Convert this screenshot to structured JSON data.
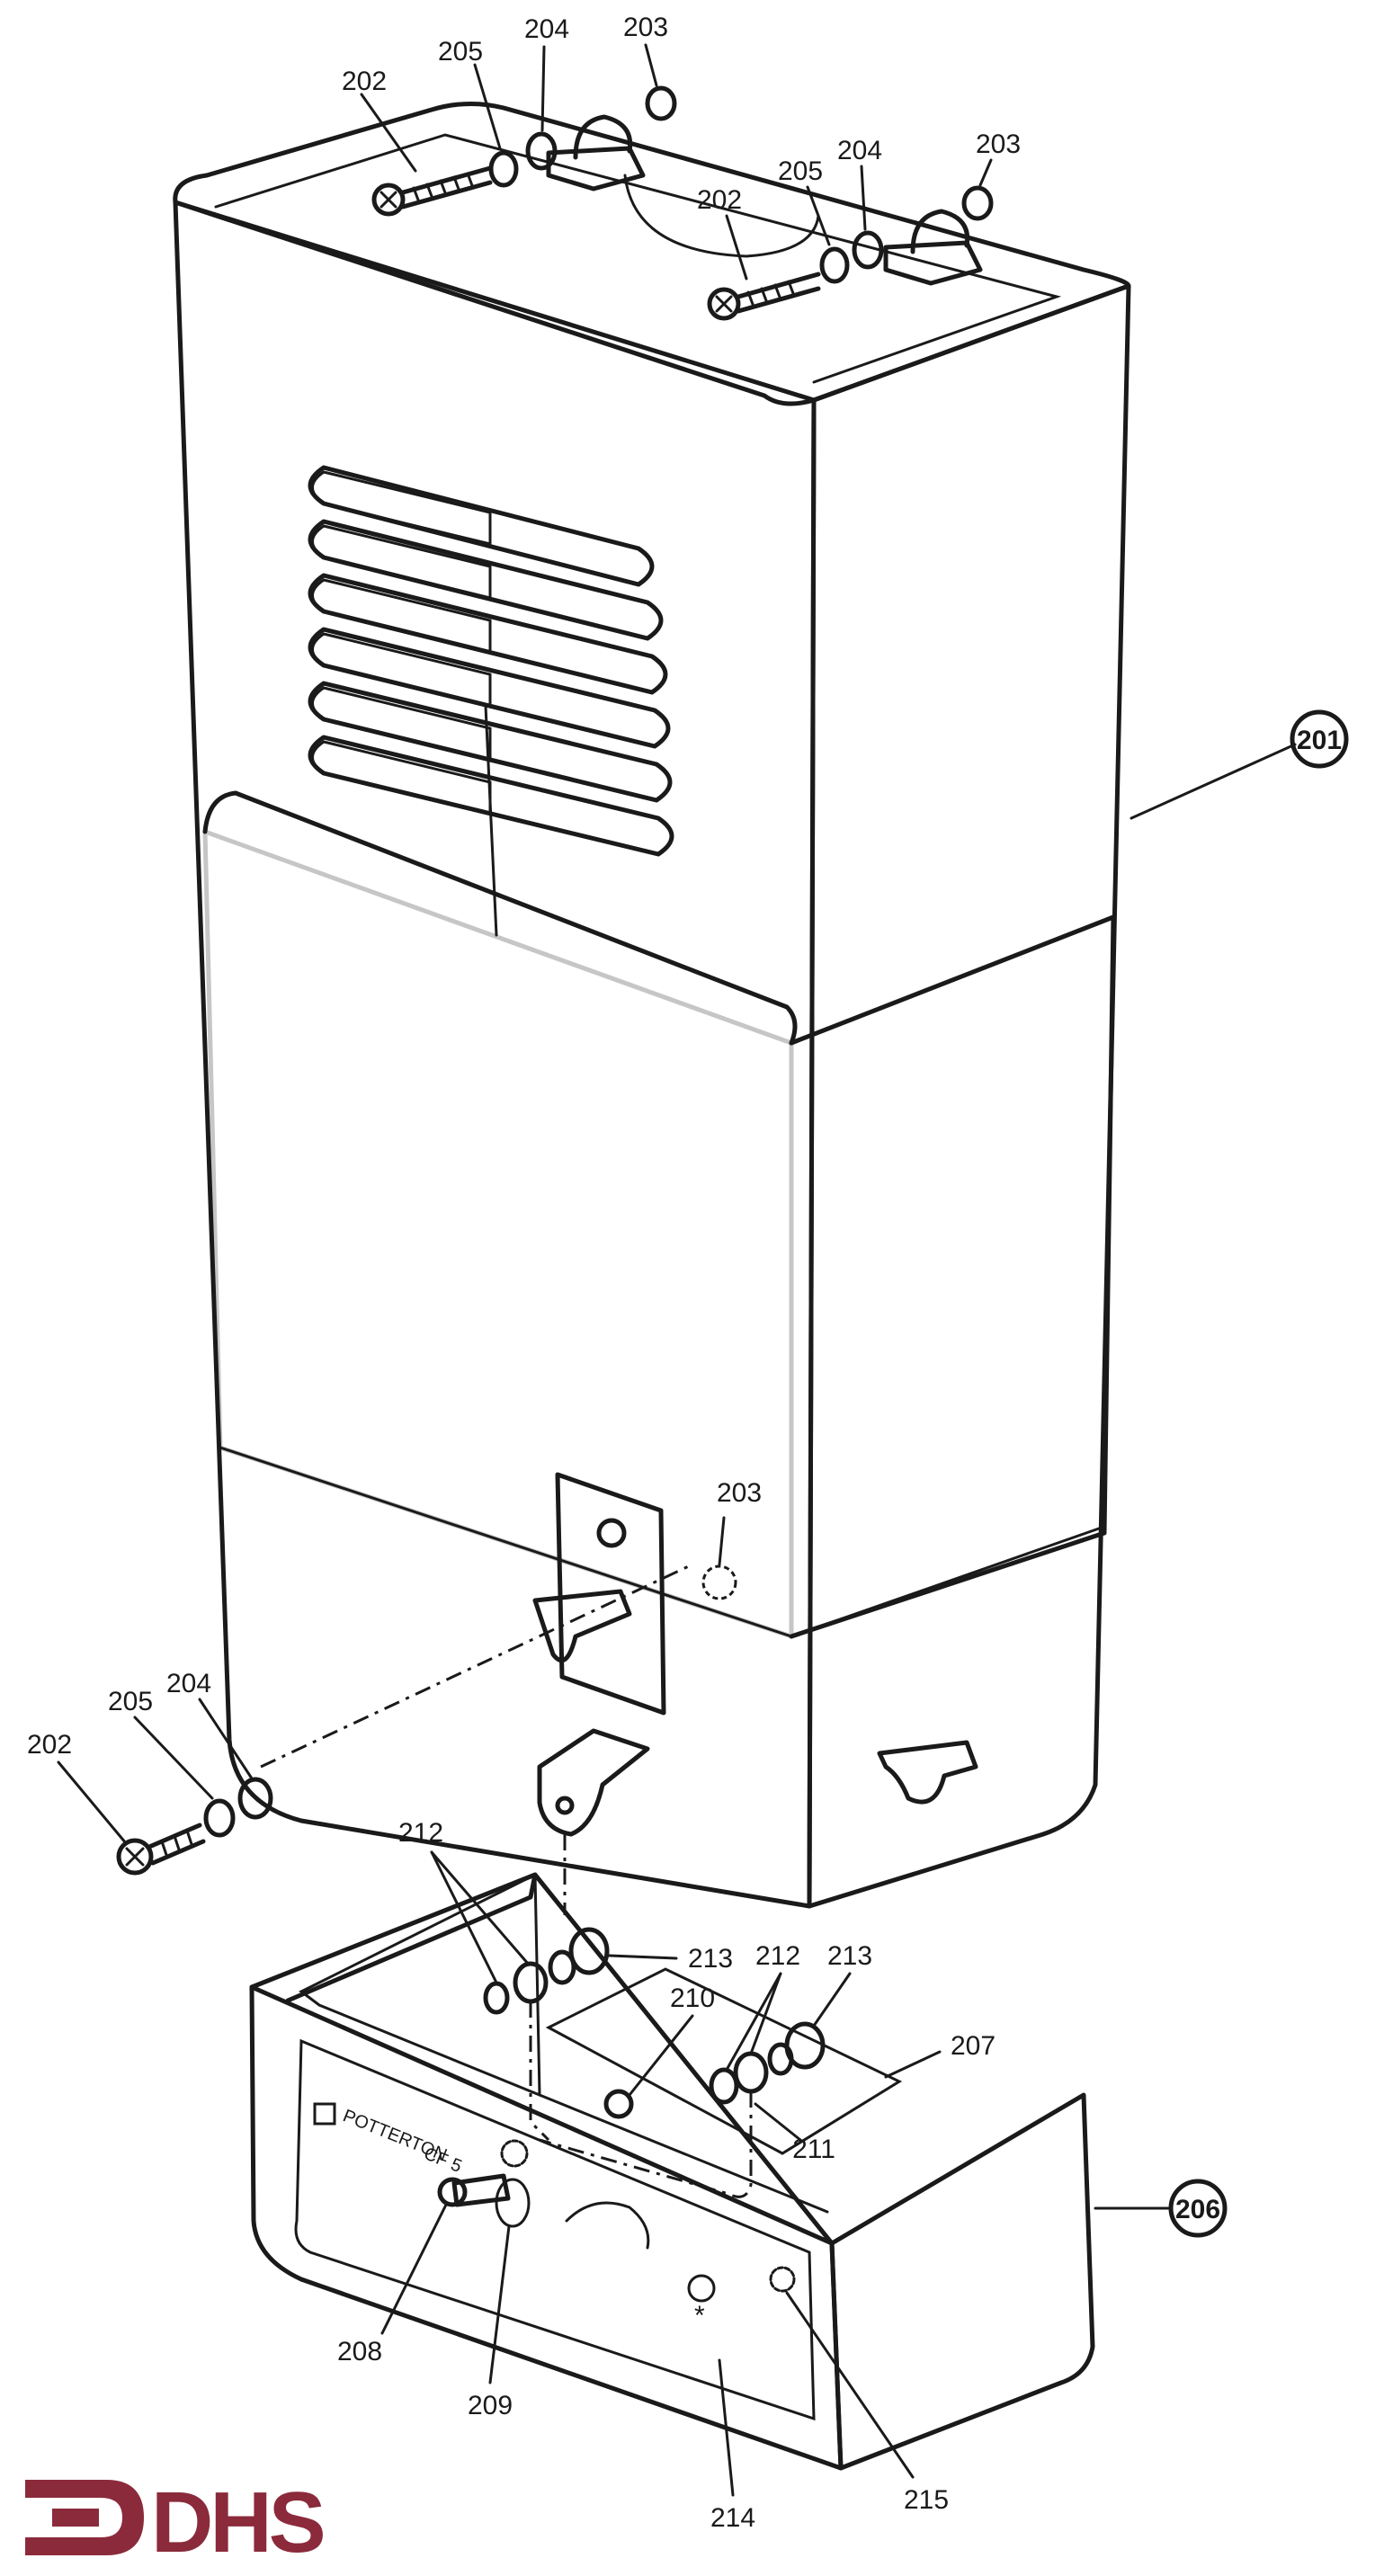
{
  "colors": {
    "line": "#1a1a1a",
    "stipple": "#8c8c8c",
    "logo": "#8b2a3b"
  },
  "callouts": {
    "c201": "201",
    "c206": "206",
    "top_left": {
      "c202": "202",
      "c205": "205",
      "c204": "204",
      "c203": "203"
    },
    "top_right": {
      "c202": "202",
      "c205": "205",
      "c204": "204",
      "c203": "203"
    },
    "side": {
      "c203": "203",
      "c202": "202",
      "c205": "205",
      "c204": "204"
    },
    "base": {
      "c212a": "212",
      "c213a": "213",
      "c212b": "212",
      "c213b": "213",
      "c210": "210",
      "c207": "207",
      "c211": "211",
      "c208": "208",
      "c209": "209",
      "c214": "214",
      "c215": "215"
    }
  },
  "panel": {
    "brand": "POTTERTON",
    "model": "CF 5"
  },
  "logo": {
    "text": "DHS"
  }
}
